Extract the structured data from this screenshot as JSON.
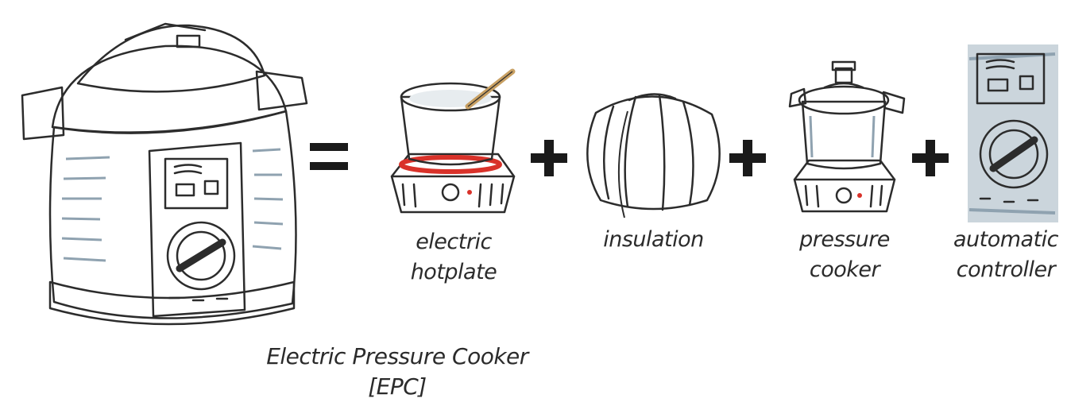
{
  "equation": {
    "result": {
      "label": "Electric Pressure Cooker [EPC]",
      "icon": "electric-pressure-cooker-icon"
    },
    "equals_symbol": "=",
    "plus_symbol": "+",
    "components": [
      {
        "label": "electric hotplate",
        "icon": "hotplate-with-pot-icon"
      },
      {
        "label": "insulation",
        "icon": "insulation-cozy-icon"
      },
      {
        "label": "pressure cooker",
        "icon": "pressure-cooker-icon"
      },
      {
        "label": "automatic controller",
        "icon": "control-dial-icon"
      }
    ]
  },
  "colors": {
    "ink": "#2c2c2c",
    "steel": "#8fa2b0",
    "steel_dark": "#5b6f7d",
    "hotplate_red": "#d9322a",
    "indicator": "#e0624f",
    "insulation_pink": "#e68a9a"
  }
}
